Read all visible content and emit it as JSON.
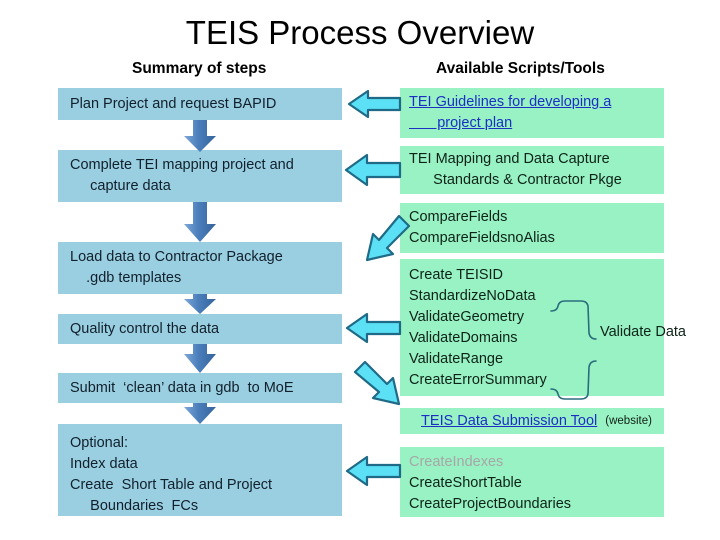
{
  "slide": {
    "title": "TEIS Process Overview",
    "column_headings": {
      "left": "Summary of steps",
      "right": "Available Scripts/Tools"
    }
  },
  "colors": {
    "step_box": "#9ACFE2",
    "tool_box": "#99F2C4",
    "down_arrow": "#4A7EBB",
    "link_arrow_fill": "#5BE0F5",
    "link_arrow_stroke": "#1F6B87",
    "hyperlink_text": "#1B2FC4",
    "disabled_text": "#A7A7A7",
    "background": "#FFFFFF"
  },
  "steps": [
    {
      "id": "step-plan",
      "lines": [
        "Plan Project and request BAPID"
      ]
    },
    {
      "id": "step-mapping",
      "lines": [
        "Complete TEI mapping project and",
        "     capture data"
      ]
    },
    {
      "id": "step-load",
      "lines": [
        "Load data to Contractor Package",
        "    .gdb templates"
      ]
    },
    {
      "id": "step-qc",
      "lines": [
        "Quality control the data"
      ]
    },
    {
      "id": "step-submit",
      "lines": [
        "Submit  ‘clean’ data in gdb  to MoE"
      ]
    },
    {
      "id": "step-optional",
      "lines": [
        "Optional:",
        "Index data",
        "Create  Short Table and Project",
        "     Boundaries  FCs"
      ]
    }
  ],
  "tools": [
    {
      "id": "tool-guidelines",
      "lines": [
        {
          "text": "TEI Guidelines for developing a",
          "style": "link"
        },
        {
          "text": "       project plan",
          "style": "link"
        }
      ]
    },
    {
      "id": "tool-standards",
      "lines": [
        {
          "text": "TEI Mapping and Data Capture",
          "style": "plain"
        },
        {
          "text": "      Standards & Contractor Pkge",
          "style": "plain"
        }
      ]
    },
    {
      "id": "tool-compare",
      "lines": [
        {
          "text": "CompareFields",
          "style": "plain"
        },
        {
          "text": "CompareFieldsnoAlias",
          "style": "plain"
        }
      ]
    },
    {
      "id": "tool-validate",
      "lines": [
        {
          "text": "Create TEISID",
          "style": "plain"
        },
        {
          "text": "StandardizeNoData",
          "style": "plain"
        },
        {
          "text": "ValidateGeometry",
          "style": "plain"
        },
        {
          "text": "ValidateDomains",
          "style": "plain"
        },
        {
          "text": "ValidateRange",
          "style": "plain"
        },
        {
          "text": "CreateErrorSummary",
          "style": "plain"
        }
      ],
      "bracket_label": [
        "Validate",
        "Data"
      ]
    },
    {
      "id": "tool-submission",
      "lines": [
        {
          "text": "TEIS Data Submission Tool",
          "style": "link"
        },
        {
          "text": "(website)",
          "style": "small"
        }
      ]
    },
    {
      "id": "tool-indexes",
      "lines": [
        {
          "text": "CreateIndexes",
          "style": "muted"
        },
        {
          "text": "CreateShortTable",
          "style": "plain"
        },
        {
          "text": "CreateProjectBoundaries",
          "style": "plain"
        }
      ]
    }
  ],
  "connectors": {
    "down_arrows": 5,
    "link_arrows": [
      {
        "name": "arrow-to-plan",
        "direction": "left"
      },
      {
        "name": "arrow-to-mapping",
        "direction": "left"
      },
      {
        "name": "arrow-to-load",
        "direction": "diagonal-down-left"
      },
      {
        "name": "arrow-to-qc",
        "direction": "left"
      },
      {
        "name": "arrow-to-submit",
        "direction": "diagonal-down-right"
      },
      {
        "name": "arrow-to-optional",
        "direction": "left"
      }
    ]
  }
}
